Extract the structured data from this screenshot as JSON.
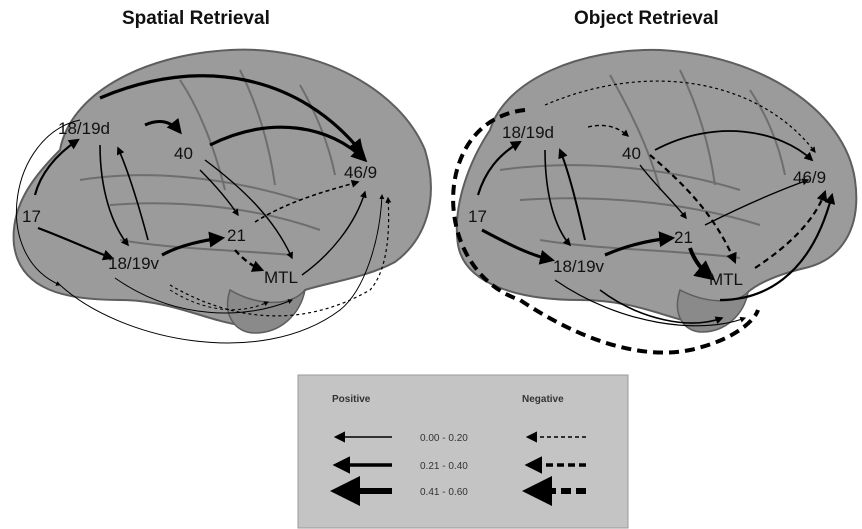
{
  "panels": {
    "left": {
      "title": "Spatial Retrieval",
      "regions": {
        "r17": "17",
        "r1819d": "18/19d",
        "r1819v": "18/19v",
        "r40": "40",
        "r21": "21",
        "rMTL": "MTL",
        "r469": "46/9"
      }
    },
    "right": {
      "title": "Object Retrieval",
      "regions": {
        "r17": "17",
        "r1819d": "18/19d",
        "r1819v": "18/19v",
        "r40": "40",
        "r21": "21",
        "rMTL": "MTL",
        "r469": "46/9"
      }
    }
  },
  "legend": {
    "positive_label": "Positive",
    "negative_label": "Negative",
    "ranges": [
      "0.00 - 0.20",
      "0.21 - 0.40",
      "0.41 - 0.60"
    ]
  },
  "colors": {
    "brain_fill": "#9b9b9b",
    "brain_stroke": "#5e5e5e",
    "arrow": "#000000",
    "legend_bg": "#c4c4c4"
  }
}
